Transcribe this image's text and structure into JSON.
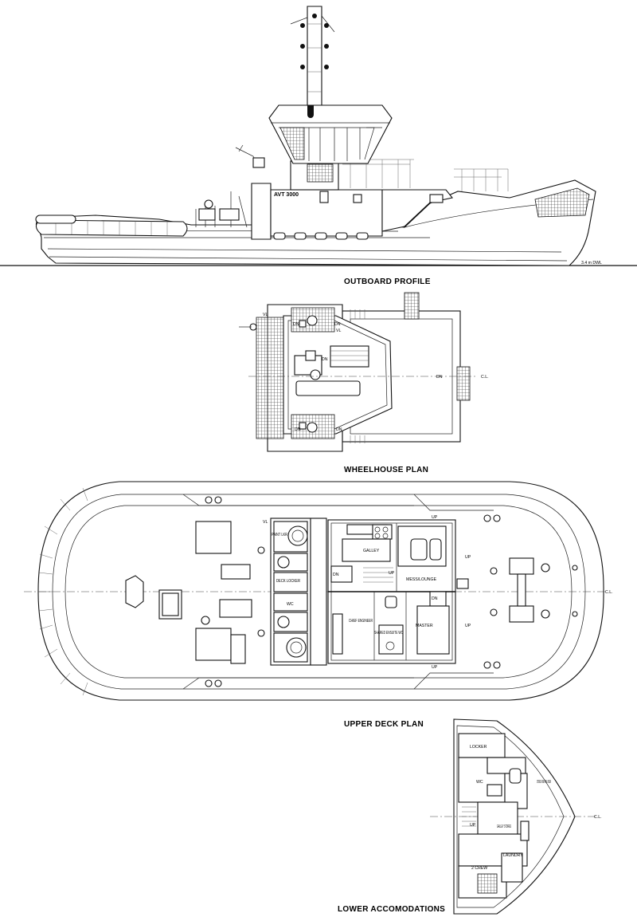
{
  "captions": {
    "outboard": "OUTBOARD PROFILE",
    "wheelhouse": "WHEELHOUSE PLAN",
    "upperdeck": "UPPER DECK PLAN",
    "lower": "LOWER ACCOMODATIONS"
  },
  "profile": {
    "vessel_name": "AVT 3000",
    "dwl": "3.4 m DWL"
  },
  "wheelhouse": {
    "dn": "DN",
    "vl": "VL",
    "cl": "C.L."
  },
  "upper": {
    "up": "UP",
    "dn": "DN",
    "vl": "VL",
    "cl": "C.L.",
    "paint_locker": "PAINT LKR",
    "deck_locker": "DECK LOCKER",
    "wc": "WC",
    "galley": "GALLEY",
    "mess": "MESS/LOUNGE",
    "chief": "CHIEF ENGINEER",
    "shared": "SHARED ENSUITE WC",
    "master": "MASTER"
  },
  "lower": {
    "locker": "LOCKER",
    "wc": "WC",
    "stores": "STORES FORE PEAK UNDER",
    "up": "UP",
    "galley_stores": "GALLEY STORES",
    "laundry": "LAUNDRY",
    "crew": "2 CREW",
    "cl": "C.L."
  }
}
